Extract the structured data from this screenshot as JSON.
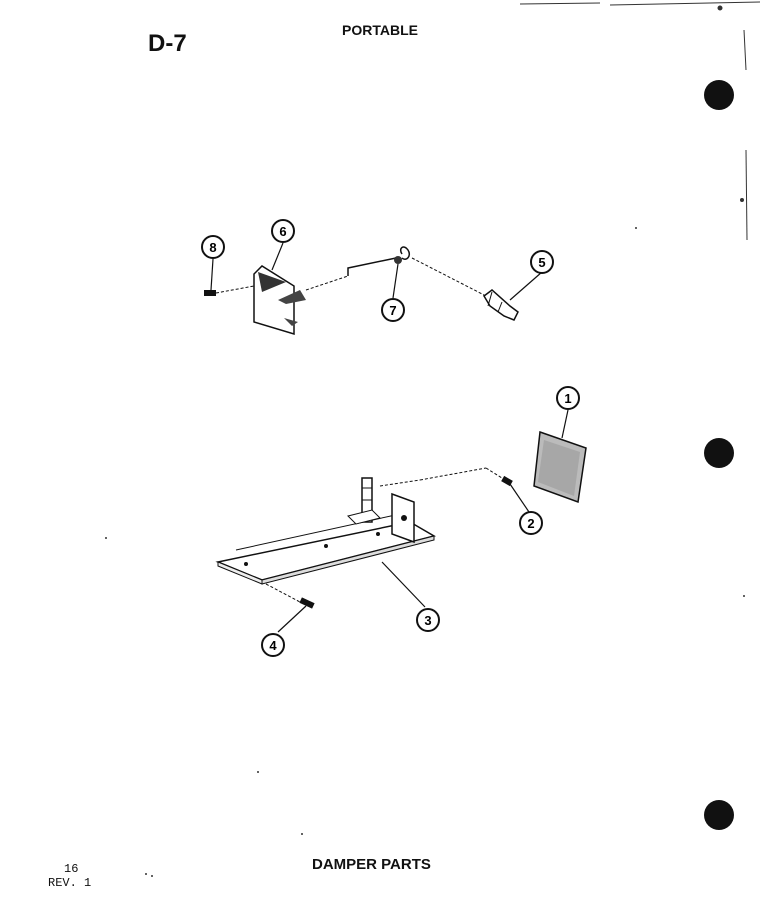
{
  "header": {
    "section_label": "D-7",
    "title": "PORTABLE"
  },
  "footer": {
    "title": "DAMPER PARTS",
    "page_number": "16",
    "revision": "REV. 1"
  },
  "callouts": [
    "1",
    "2",
    "3",
    "4",
    "5",
    "6",
    "7",
    "8"
  ]
}
